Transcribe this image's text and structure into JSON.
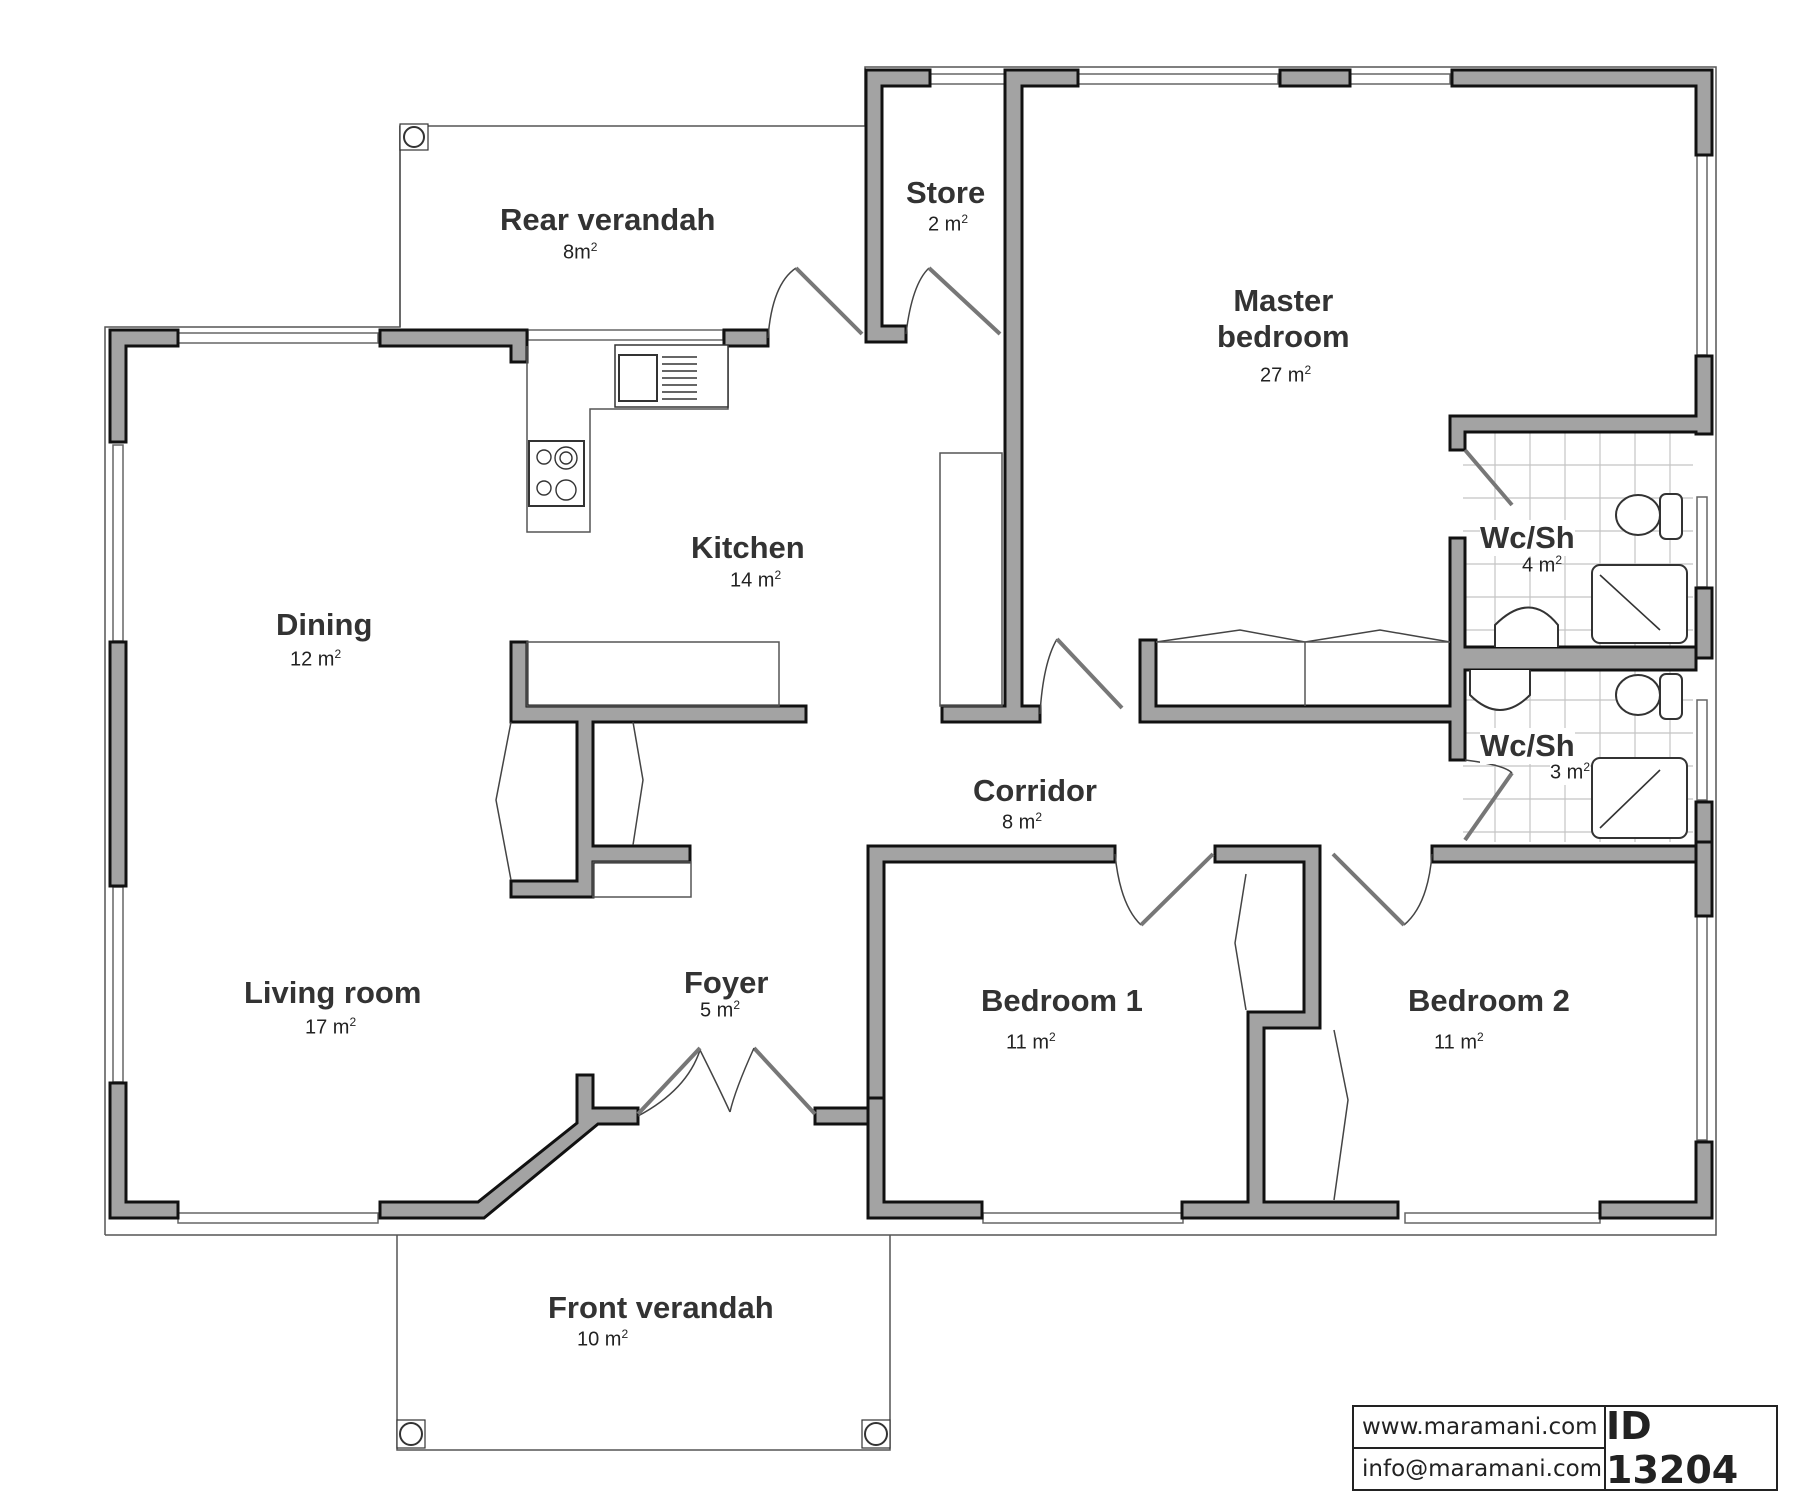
{
  "plan": {
    "rooms": [
      {
        "id": "rear-verandah",
        "name": "Rear verandah",
        "area": "8m",
        "sup": "2"
      },
      {
        "id": "store",
        "name": "Store",
        "area": "2 m",
        "sup": "2"
      },
      {
        "id": "master-bedroom",
        "name": "Master\nbedroom",
        "name_line1": "Master",
        "name_line2": "bedroom",
        "area": "27 m",
        "sup": "2"
      },
      {
        "id": "kitchen",
        "name": "Kitchen",
        "area": "14 m",
        "sup": "2"
      },
      {
        "id": "dining",
        "name": "Dining",
        "area": "12 m",
        "sup": "2"
      },
      {
        "id": "wc-sh-1",
        "name": "Wc/Sh",
        "area": "4 m",
        "sup": "2"
      },
      {
        "id": "wc-sh-2",
        "name": "Wc/Sh",
        "area": "3 m",
        "sup": "2"
      },
      {
        "id": "corridor",
        "name": "Corridor",
        "area": "8 m",
        "sup": "2"
      },
      {
        "id": "living-room",
        "name": "Living room",
        "area": "17 m",
        "sup": "2"
      },
      {
        "id": "foyer",
        "name": "Foyer",
        "area": "5 m",
        "sup": "2"
      },
      {
        "id": "bedroom-1",
        "name": "Bedroom 1",
        "area": "11 m",
        "sup": "2"
      },
      {
        "id": "bedroom-2",
        "name": "Bedroom 2",
        "area": "11 m",
        "sup": "2"
      },
      {
        "id": "front-verandah",
        "name": "Front verandah",
        "area": "10 m",
        "sup": "2"
      }
    ]
  },
  "title_block": {
    "website": "www.maramani.com",
    "email": "info@maramani.com",
    "plan_id": "ID 13204"
  },
  "colors": {
    "wall_fill": "#a3a3a3",
    "wall_outline": "#111111",
    "label_text": "#333333",
    "tile_grid": "#c4c4c4"
  }
}
